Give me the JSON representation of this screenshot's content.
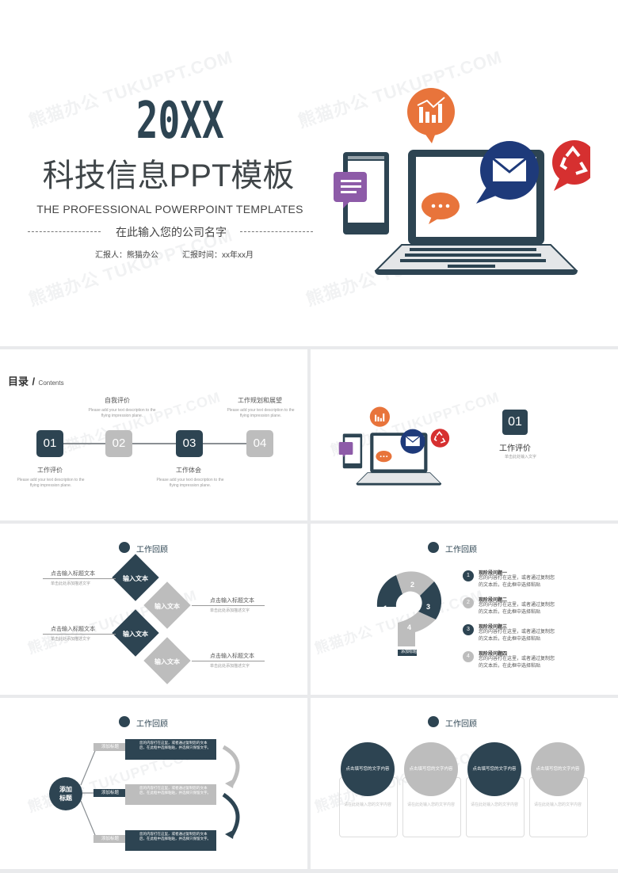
{
  "colors": {
    "dark": "#2d4452",
    "gray": "#bdbdbd",
    "orange": "#e8743b",
    "purple": "#8d5ba8",
    "blue": "#1e3a7a",
    "red": "#d63030"
  },
  "watermark": "熊猫办公 TUKUPPT.COM",
  "cover": {
    "year": "20XX",
    "title": "科技信息PPT模板",
    "subtitle": "THE PROFESSIONAL POWERPOINT TEMPLATES",
    "company": "在此输入您的公司名字",
    "reporter": "汇报人：熊猫办公",
    "report_time": "汇报时间：xx年xx月"
  },
  "contents": {
    "title": "目录",
    "title_en": "Contents",
    "steps": [
      {
        "num": "01",
        "label": "工作评价",
        "desc": "Please add your text description to the flying impression plane."
      },
      {
        "num": "02",
        "label": "自我评价",
        "desc": "Please add your text description to the flying impression plane."
      },
      {
        "num": "03",
        "label": "工作体会",
        "desc": "Please add your text description to the flying impression plane."
      },
      {
        "num": "04",
        "label": "工作规划和展望",
        "desc": "Please add your text description to the flying impression plane."
      }
    ]
  },
  "section": {
    "num": "01",
    "title": "工作评价",
    "desc": "单击此处输入文字"
  },
  "slide_header": "工作回顾",
  "diamonds": {
    "items": [
      {
        "label": "输入文本",
        "title": "点击输入标题文本",
        "text": "单击此处添加描述文字"
      },
      {
        "label": "输入文本",
        "title": "点击输入标题文本",
        "text": "单击此处添加描述文字"
      },
      {
        "label": "输入文本",
        "title": "点击输入标题文本",
        "text": "单击此处添加描述文字"
      },
      {
        "label": "输入文本",
        "title": "点击输入标题文本",
        "text": "单击此处添加描述文字"
      }
    ]
  },
  "question": {
    "segments": [
      "1",
      "2",
      "3",
      "4"
    ],
    "tag": "添加标题",
    "items": [
      {
        "num": "1",
        "title": "现阶段问题一",
        "line1": "您的内容打在这里，或者通过复制您",
        "line2": "的文本后，在此框中选择粘贴"
      },
      {
        "num": "2",
        "title": "现阶段问题二",
        "line1": "您的内容打在这里，或者通过复制您",
        "line2": "的文本后，在此框中选择粘贴"
      },
      {
        "num": "3",
        "title": "现阶段问题三",
        "line1": "您的内容打在这里，或者通过复制您",
        "line2": "的文本后，在此框中选择粘贴"
      },
      {
        "num": "4",
        "title": "现阶段问题四",
        "line1": "您的内容打在这里，或者通过复制您",
        "line2": "的文本后，在此框中选择粘贴"
      }
    ]
  },
  "branch": {
    "center": "添加\n标题",
    "items": [
      {
        "tag": "添加标题",
        "text": "您的内容打在这里，或者通过复制您的文本后，在此框中选择粘贴，并选择只保留文字。"
      },
      {
        "tag": "添加标题",
        "text": "您的内容打在这里，或者通过复制您的文本后，在此框中选择粘贴，并选择只保留文字。"
      },
      {
        "tag": "添加标题",
        "text": "您的内容打在这里，或者通过复制您的文本后，在此框中选择粘贴，并选择只保留文字。"
      }
    ]
  },
  "circles": {
    "items": [
      {
        "label": "点击填写您的文字内容",
        "body": "请在此处输入您的文字内容"
      },
      {
        "label": "点击填写您的文字内容",
        "body": "请在此处输入您的文字内容"
      },
      {
        "label": "点击填写您的文字内容",
        "body": "请在此处输入您的文字内容"
      },
      {
        "label": "点击填写您的文字内容",
        "body": "请在此处输入您的文字内容"
      }
    ]
  }
}
